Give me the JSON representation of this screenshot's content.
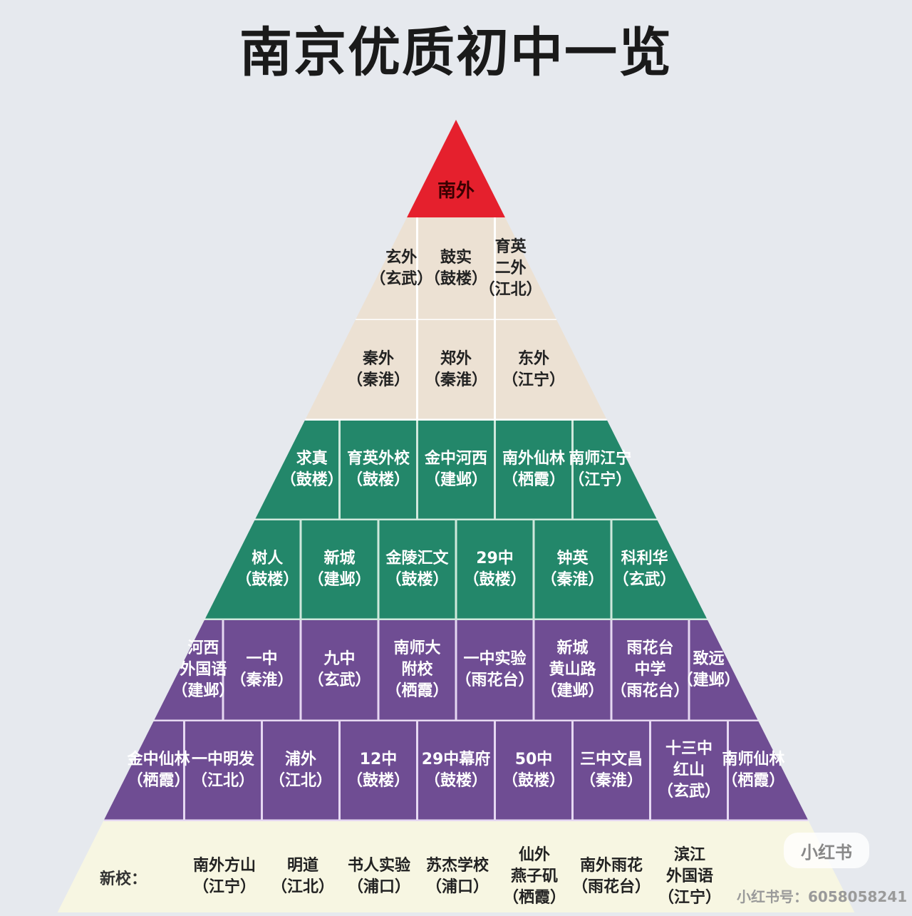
{
  "title": "南京优质初中一览",
  "colors": {
    "apex": "#e5202d",
    "beige": "#ece1d3",
    "green": "#23876a",
    "purple": "#6f4d93",
    "cream": "#f7f6e2",
    "divider_beige": "#ffffff",
    "divider_green": "#cfe8dc",
    "divider_purple": "#e6d8f2"
  },
  "apex": {
    "name": "南外"
  },
  "rows": [
    {
      "tier": "beige",
      "cells": [
        {
          "name": "玄外",
          "district": "（玄武）"
        },
        {
          "name": "鼓实",
          "district": "（鼓楼）"
        },
        {
          "name": "育英\n二外",
          "district": "（江北）"
        }
      ]
    },
    {
      "tier": "beige",
      "cells": [
        {
          "name": "秦外",
          "district": "（秦淮）"
        },
        {
          "name": "郑外",
          "district": "（秦淮）"
        },
        {
          "name": "东外",
          "district": "（江宁）"
        }
      ]
    },
    {
      "tier": "green",
      "cells": [
        {
          "name": "求真",
          "district": "（鼓楼）"
        },
        {
          "name": "育英外校",
          "district": "（鼓楼）"
        },
        {
          "name": "金中河西",
          "district": "（建邺）"
        },
        {
          "name": "南外仙林",
          "district": "（栖霞）"
        },
        {
          "name": "南师江宁",
          "district": "（江宁）"
        }
      ]
    },
    {
      "tier": "green",
      "cells": [
        {
          "name": "树人",
          "district": "（鼓楼）"
        },
        {
          "name": "新城",
          "district": "（建邺）"
        },
        {
          "name": "金陵汇文",
          "district": "（鼓楼）"
        },
        {
          "name": "29中",
          "district": "（鼓楼）"
        },
        {
          "name": "钟英",
          "district": "（秦淮）"
        },
        {
          "name": "科利华",
          "district": "（玄武）"
        }
      ]
    },
    {
      "tier": "purple",
      "cells": [
        {
          "name": "河西\n外国语",
          "district": "（建邺）"
        },
        {
          "name": "一中",
          "district": "（秦淮）"
        },
        {
          "name": "九中",
          "district": "（玄武）"
        },
        {
          "name": "南师大\n附校",
          "district": "（栖霞）"
        },
        {
          "name": "一中实验",
          "district": "（雨花台）"
        },
        {
          "name": "新城\n黄山路",
          "district": "（建邺）"
        },
        {
          "name": "雨花台\n中学",
          "district": "（雨花台）"
        },
        {
          "name": "致远",
          "district": "（建邺）"
        }
      ]
    },
    {
      "tier": "purple",
      "cells": [
        {
          "name": "金中仙林",
          "district": "（栖霞）"
        },
        {
          "name": "一中明发",
          "district": "（江北）"
        },
        {
          "name": "浦外",
          "district": "（江北）"
        },
        {
          "name": "12中",
          "district": "（鼓楼）"
        },
        {
          "name": "29中幕府",
          "district": "（鼓楼）"
        },
        {
          "name": "50中",
          "district": "（鼓楼）"
        },
        {
          "name": "三中文昌",
          "district": "（秦淮）"
        },
        {
          "name": "十三中\n红山",
          "district": "（玄武）"
        },
        {
          "name": "南师仙林",
          "district": "（栖霞）"
        }
      ]
    }
  ],
  "new_schools": {
    "label": "新校：",
    "cells": [
      {
        "name": "南外方山",
        "district": "（江宁）"
      },
      {
        "name": "明道",
        "district": "（江北）"
      },
      {
        "name": "书人实验",
        "district": "（浦口）"
      },
      {
        "name": "苏杰学校",
        "district": "（浦口）"
      },
      {
        "name": "仙外\n燕子矶",
        "district": "（栖霞）"
      },
      {
        "name": "南外雨花",
        "district": "（雨花台）"
      },
      {
        "name": "滨江\n外国语",
        "district": "（江宁）"
      }
    ]
  },
  "watermark": {
    "logo": "小红书",
    "text": "小红书号：6058058241"
  }
}
